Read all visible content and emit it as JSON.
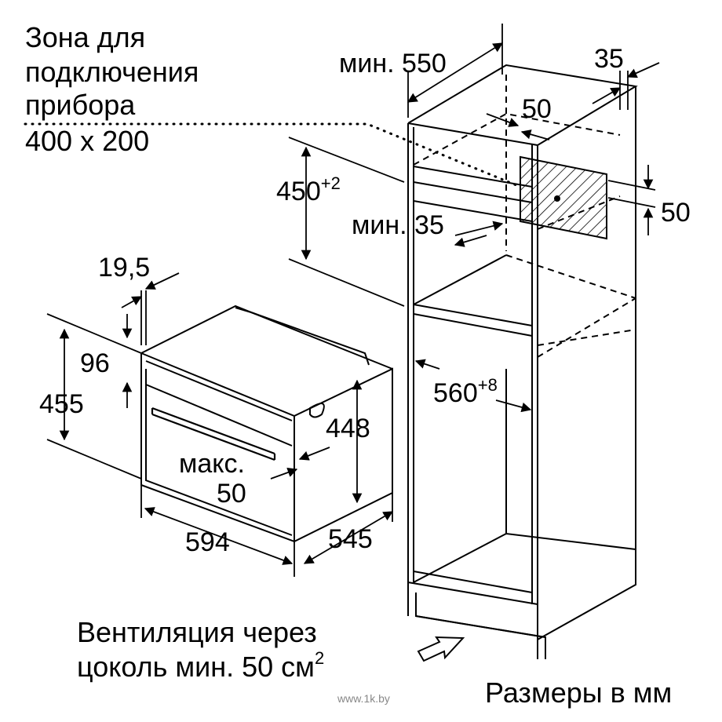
{
  "zone_label": {
    "line1": "Зона для",
    "line2": "подключения",
    "line3": "прибора",
    "line4": "400 x 200"
  },
  "dimensions": {
    "min_550": "мин. 550",
    "d35_top": "35",
    "d50_top": "50",
    "d50_right": "50",
    "d450": "450",
    "d450_sup": "+2",
    "min_35": "мин. 35",
    "d560": "560",
    "d560_sup": "+8",
    "d19_5": "19,5",
    "d96": "96",
    "d455": "455",
    "d448": "448",
    "max_word": "макс.",
    "max_val": "50",
    "d594": "594",
    "d545": "545"
  },
  "ventilation": {
    "line1": "Вентиляция через",
    "line2_main": "цоколь мин. 50 см",
    "line2_sup": "2"
  },
  "units_note": "Размеры в мм",
  "watermark": "www.1k.by"
}
